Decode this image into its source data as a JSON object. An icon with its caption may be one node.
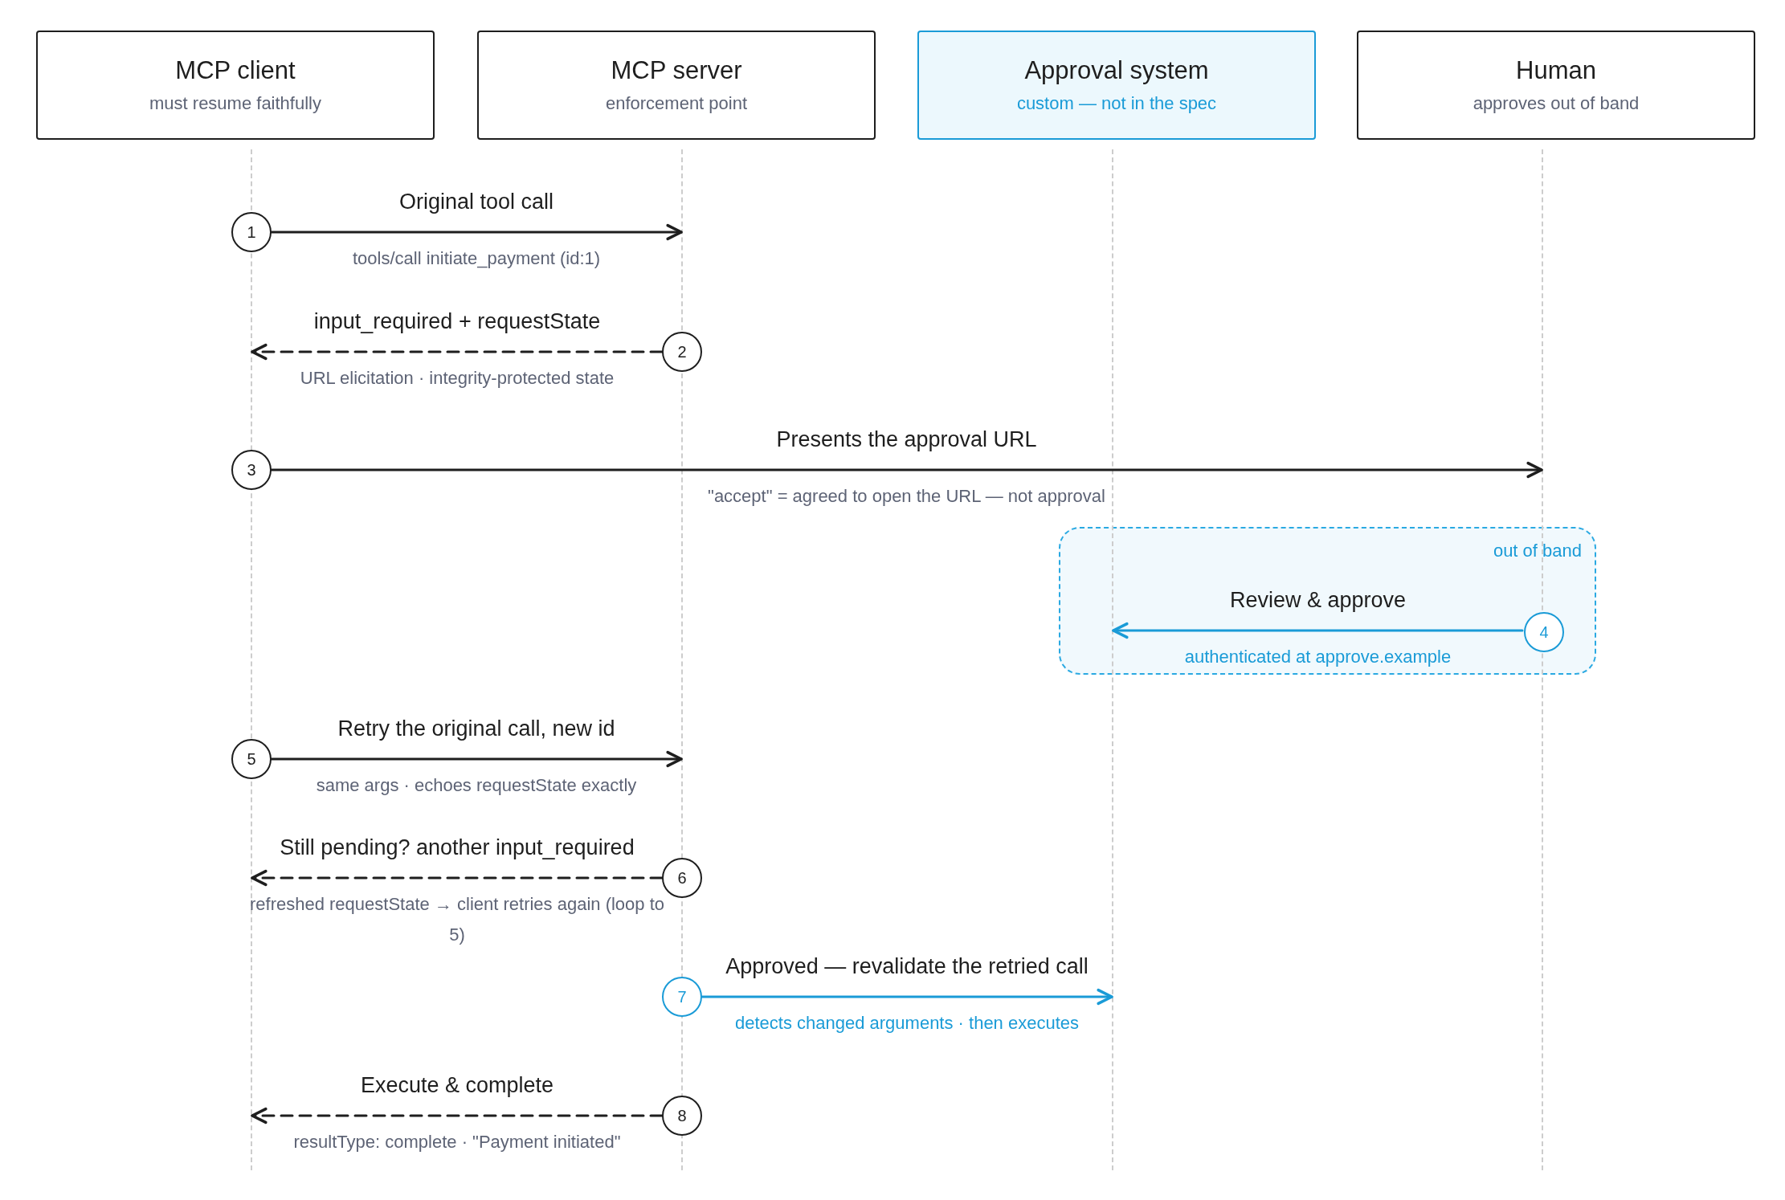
{
  "diagram": {
    "nodes": [
      {
        "text": [
          "MCP client",
          "must resume faithfully"
        ]
      },
      {
        "text": [
          "MCP server",
          "enforcement point"
        ]
      },
      {
        "text": [
          "Approval system",
          "custom — not in the spec"
        ]
      },
      {
        "text": [
          "Human",
          "approves out of band"
        ]
      },
      {
        "text": [],
        "shape": "line"
      },
      {
        "text": [],
        "shape": "line"
      },
      {
        "text": [],
        "shape": "line"
      },
      {
        "text": [],
        "shape": "line"
      },
      {
        "text": [
          "1"
        ]
      },
      {
        "text": [
          "2"
        ]
      },
      {
        "text": [
          "3"
        ]
      },
      {
        "text": [
          "out of band"
        ]
      },
      {
        "text": [
          "4"
        ],
        "in": 11
      },
      {
        "text": [
          "5"
        ]
      },
      {
        "text": [
          "6"
        ]
      },
      {
        "text": [
          "7"
        ]
      },
      {
        "text": [
          "8"
        ]
      }
    ],
    "edges": [
      {
        "from": 8,
        "to": 5,
        "arrow": "to",
        "label": "Original tool call"
      },
      {
        "from": 9,
        "to": 4,
        "arrow": "to",
        "label": "input_required + requestState",
        "style": "dashed"
      },
      {
        "from": 10,
        "to": 7,
        "arrow": "to",
        "label": "Presents the approval URL"
      },
      {
        "from": 12,
        "to": 6,
        "arrow": "to",
        "label": "Review & approve",
        "color": "#1a9bd7"
      },
      {
        "from": 13,
        "to": 5,
        "arrow": "to",
        "label": "Retry the original call, new id"
      },
      {
        "from": 14,
        "to": 4,
        "arrow": "to",
        "label": "Still pending? another input_required",
        "style": "dashed"
      },
      {
        "from": 15,
        "to": 6,
        "arrow": "to",
        "label": "Approved — revalidate the retried call",
        "color": "#1a9bd7"
      },
      {
        "from": 16,
        "to": 4,
        "arrow": "to",
        "label": "Execute & complete",
        "style": "dashed"
      }
    ],
    "labels": [
      "tools/call initiate_payment (id:1)",
      "URL elicitation · integrity-protected state",
      "\"accept\" = agreed to open the URL — not approval",
      "authenticated at approve.example",
      "same args · echoes requestState exactly",
      "refreshed requestState → client retries again (loop to 5)",
      "detects changed arguments · then executes",
      "resultType: complete · \"Payment initiated\""
    ]
  }
}
